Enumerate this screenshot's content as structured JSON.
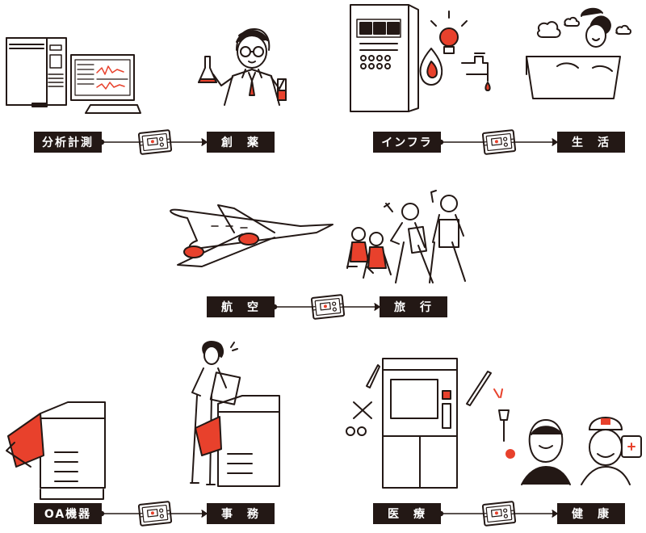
{
  "colors": {
    "ink": "#231815",
    "accent": "#e8412c",
    "paper": "#ffffff"
  },
  "groups": [
    {
      "left": "分析計測",
      "right": "創　薬",
      "connector": "circuit-board-icon"
    },
    {
      "left": "インフラ",
      "right": "生　活",
      "connector": "circuit-board-icon"
    },
    {
      "left": "航　空",
      "right": "旅　行",
      "connector": "circuit-board-icon"
    },
    {
      "left": "OA機器",
      "right": "事　務",
      "connector": "circuit-board-icon"
    },
    {
      "left": "医　療",
      "right": "健　康",
      "connector": "circuit-board-icon"
    }
  ]
}
